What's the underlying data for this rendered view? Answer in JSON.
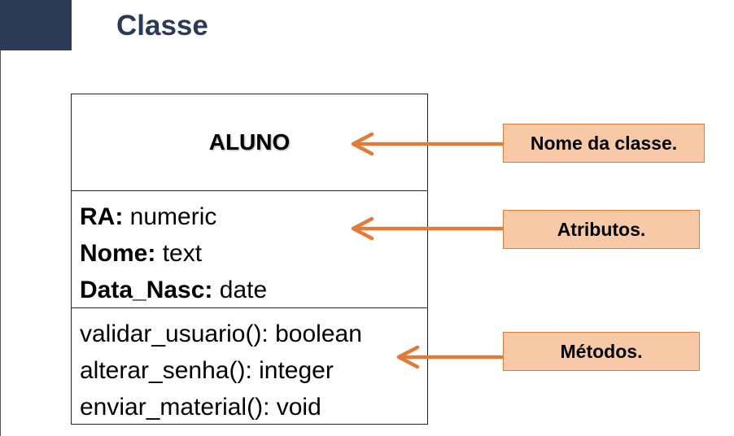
{
  "header": {
    "title": "Classe"
  },
  "uml_class": {
    "name": "ALUNO",
    "attributes": [
      {
        "name": "RA:",
        "type": "numeric"
      },
      {
        "name": "Nome:",
        "type": "text"
      },
      {
        "name": "Data_Nasc:",
        "type": "date"
      }
    ],
    "methods": [
      "validar_usuario(): boolean",
      "alterar_senha(): integer",
      "enviar_material(): void"
    ]
  },
  "callouts": {
    "name_label": "Nome da classe.",
    "attributes_label": "Atributos.",
    "methods_label": "Métodos."
  },
  "colors": {
    "header_block": "#2b3a55",
    "title_text": "#2b3a55",
    "arrow": "#e07b39",
    "callout_fill": "#f8c9a7",
    "callout_border": "#e07b39"
  }
}
